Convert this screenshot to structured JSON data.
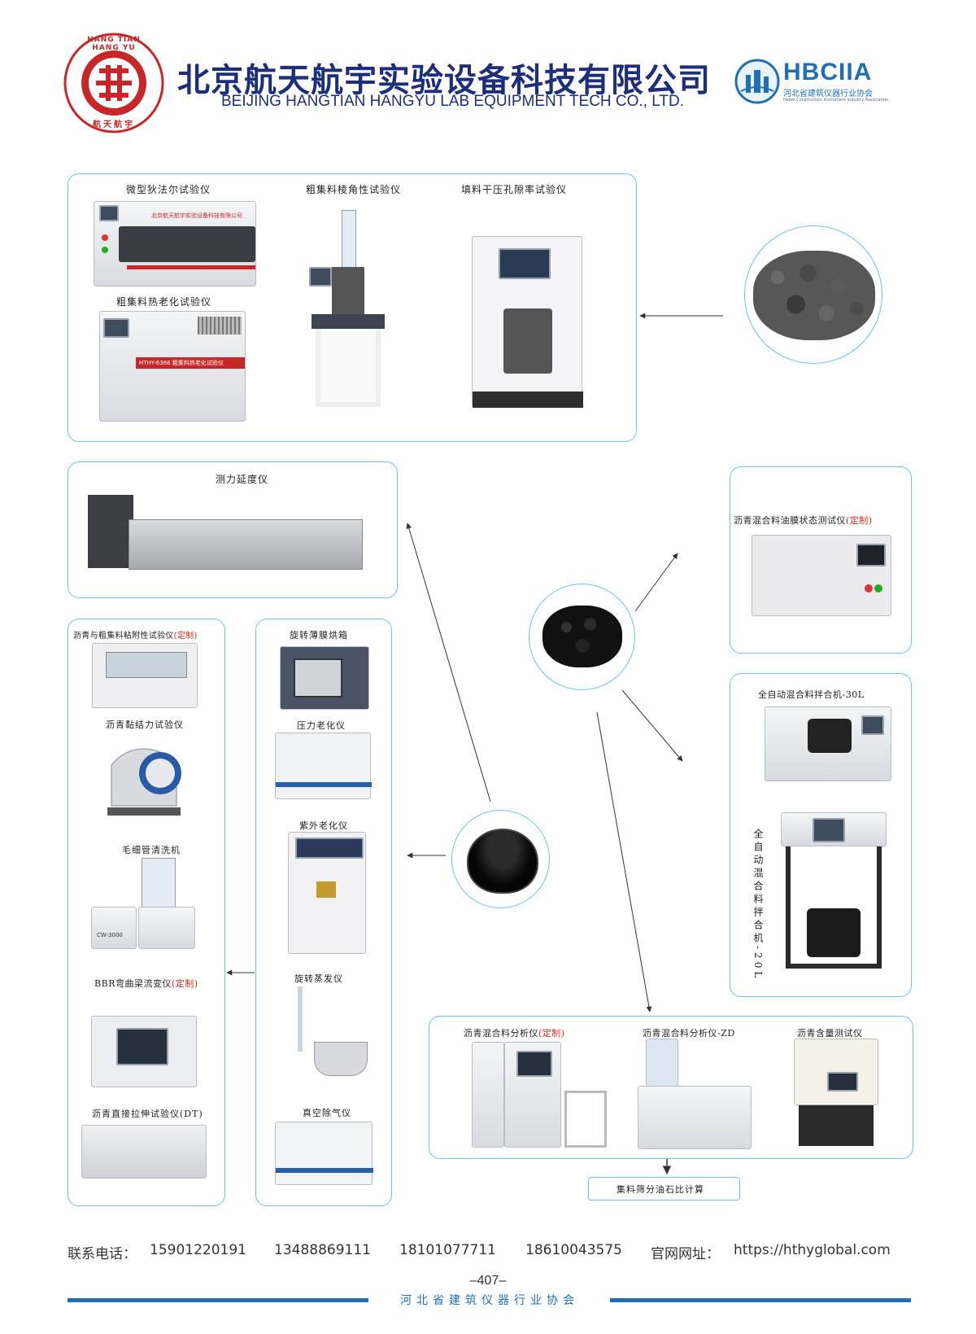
{
  "header": {
    "company_cn": "北京航天航宇实验设备科技有限公司",
    "company_en": "BEIJING HANGTIAN HANGYU LAB EQUIPMENT TECH CO., LTD.",
    "logo_ring_text": "HANG TIAN HANG YU",
    "logo_bottom_text": "航天航宇",
    "assoc_logo": "HBCIIA",
    "assoc_cn": "河北省建筑仪器行业协会",
    "assoc_en": "Hebei Construction Instrument Industry Association"
  },
  "aggregate_group": {
    "items": [
      {
        "label": "微型狄法尔试验仪"
      },
      {
        "label": "粗集料棱角性试验仪"
      },
      {
        "label": "填料干压孔隙率试验仪"
      },
      {
        "label": "粗集料热老化试验仪"
      }
    ],
    "machine_texts": [
      "北京航天航宇实验设备科技有限公司",
      "HTHY-6366 粗集料热老化试验仪"
    ]
  },
  "ductility": {
    "label": "测力延度仪"
  },
  "oil_film": {
    "label": "沥青混合料油膜状态测试仪",
    "tag": "(定制)"
  },
  "mixers": {
    "mixer_30": "全自动混合料拌合机-30L",
    "mixer_20": "全自动混合料拌合机-20L"
  },
  "left_column": {
    "items": [
      {
        "label": "沥青与粗集料粘附性试验仪",
        "tag": "(定制)"
      },
      {
        "label": "沥青黏结力试验仪",
        "tag": ""
      },
      {
        "label": "毛细管清洗机",
        "tag": ""
      },
      {
        "label": "BBR弯曲梁流变仪",
        "tag": "(定制)"
      },
      {
        "label": "沥青直接拉伸试验仪(DT)",
        "tag": ""
      }
    ],
    "chiller_text": "CW-3000"
  },
  "mid_column": {
    "items": [
      {
        "label": "旋转薄膜烘箱"
      },
      {
        "label": "压力老化仪"
      },
      {
        "label": "紫外老化仪"
      },
      {
        "label": "旋转蒸发仪"
      },
      {
        "label": "真空除气仪"
      }
    ]
  },
  "analysis_group": {
    "items": [
      {
        "label": "沥青混合料分析仪",
        "tag": "(定制)"
      },
      {
        "label": "沥青混合料分析仪-ZD",
        "tag": ""
      },
      {
        "label": "沥青含量测试仪",
        "tag": ""
      }
    ],
    "result_label": "集料筛分油石比计算"
  },
  "footer": {
    "contact_label": "联系电话：",
    "phones": [
      "15901220191",
      "13488869111",
      "18101077711",
      "18610043575"
    ],
    "website_label": "官网网址：",
    "website": "https://hthyglobal.com",
    "page_number": "–407–",
    "association": "河北省建筑仪器行业协会"
  },
  "colors": {
    "accent_blue": "#6cc3ea",
    "brand_red": "#c8272a",
    "footer_blue": "#1f6fb7"
  }
}
